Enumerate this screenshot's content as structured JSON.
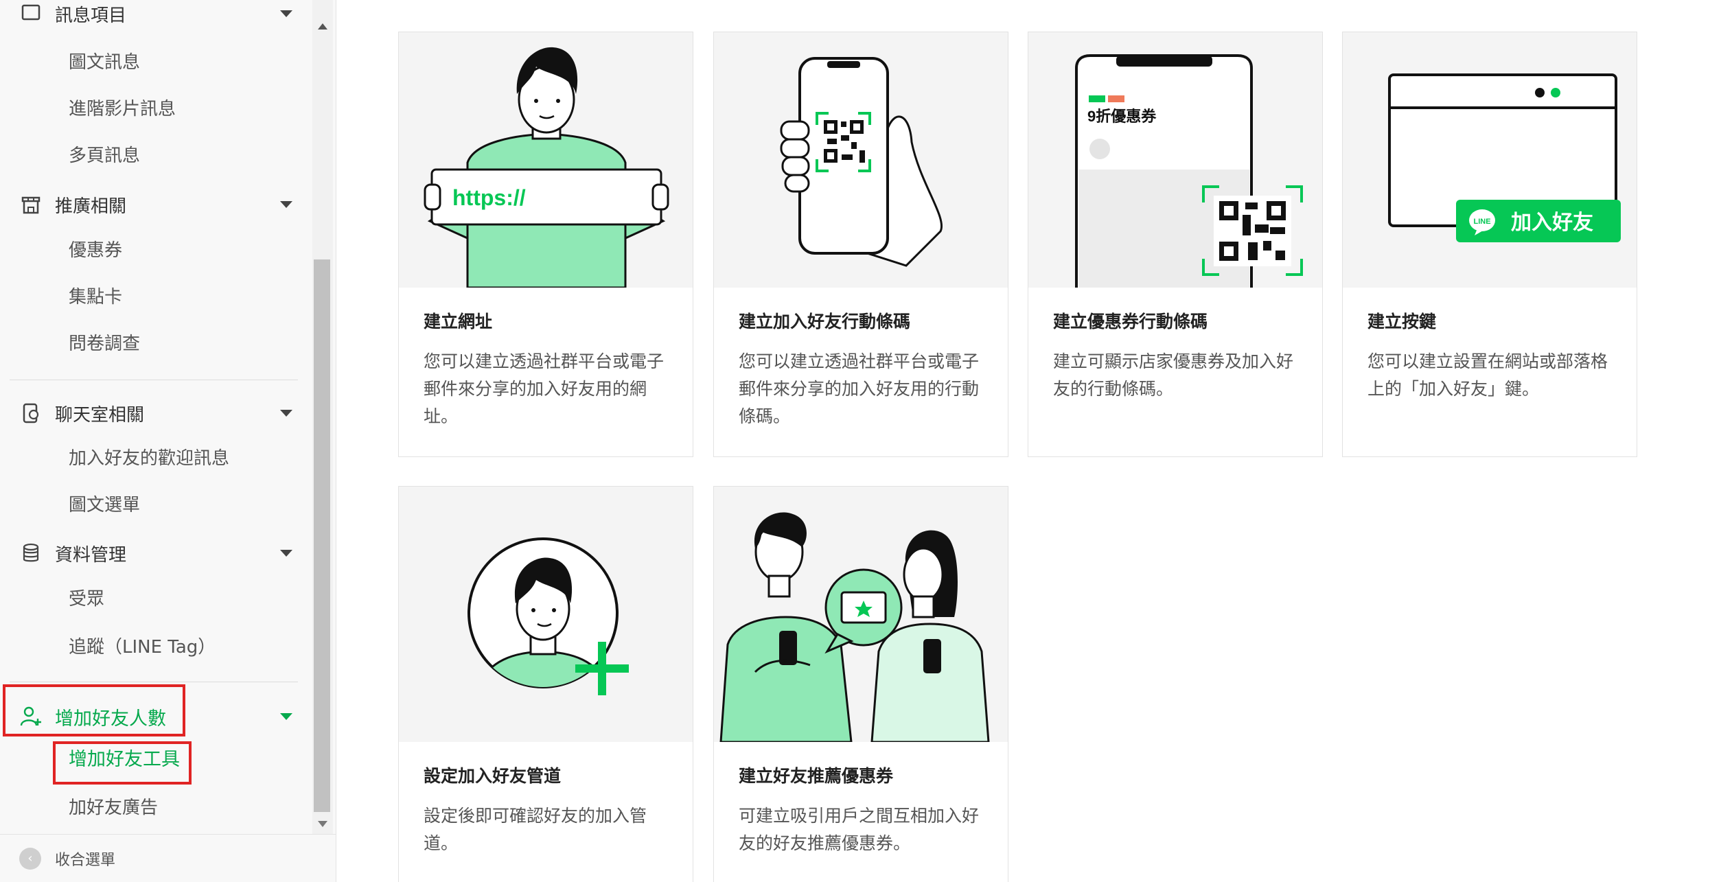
{
  "sidebar": {
    "top_partial_label": "訊息項目",
    "message_items": [
      "圖文訊息",
      "進階影片訊息",
      "多頁訊息"
    ],
    "groups": [
      {
        "label": "推廣相關",
        "items": [
          "優惠券",
          "集點卡",
          "問卷調查"
        ]
      },
      {
        "label": "聊天室相關",
        "items": [
          "加入好友的歡迎訊息",
          "圖文選單"
        ]
      },
      {
        "label": "資料管理",
        "items": [
          "受眾",
          "追蹤（LINE Tag）"
        ]
      },
      {
        "label": "增加好友人數",
        "items": [
          "增加好友工具",
          "加好友廣告"
        ]
      }
    ],
    "collapse_label": "收合選單"
  },
  "colors": {
    "accent": "#06c755",
    "active_text": "#06a94d",
    "highlight_box": "#e02424"
  },
  "cards": [
    {
      "title": "建立網址",
      "desc": "您可以建立透過社群平台或電子郵件來分享的加入好友用的網址。",
      "illus_text": "https://"
    },
    {
      "title": "建立加入好友行動條碼",
      "desc": "您可以建立透過社群平台或電子郵件來分享的加入好友用的行動條碼。"
    },
    {
      "title": "建立優惠券行動條碼",
      "desc": "建立可顯示店家優惠券及加入好友的行動條碼。",
      "illus_text": "9折優惠券"
    },
    {
      "title": "建立按鍵",
      "desc": "您可以建立設置在網站或部落格上的「加入好友」鍵。",
      "illus_text": "加入好友",
      "badge_text": "LINE"
    },
    {
      "title": "設定加入好友管道",
      "desc": "設定後即可確認好友的加入管道。"
    },
    {
      "title": "建立好友推薦優惠券",
      "desc": "可建立吸引用戶之間互相加入好友的好友推薦優惠券。"
    }
  ]
}
